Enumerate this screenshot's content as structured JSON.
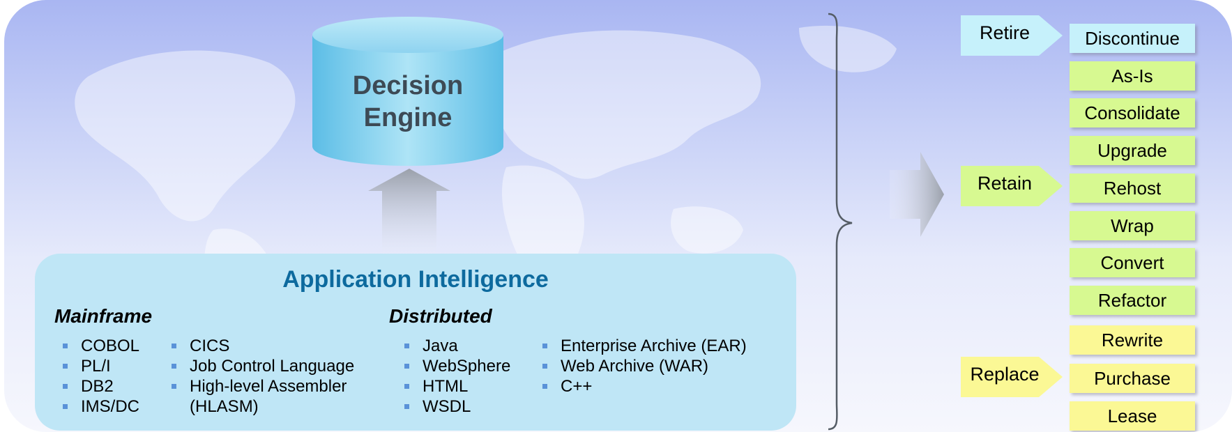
{
  "decision_engine": {
    "label": "Decision\nEngine",
    "line1": "Decision",
    "line2": "Engine"
  },
  "app_intel": {
    "title": "Application Intelligence",
    "mainframe": {
      "heading": "Mainframe",
      "col1": [
        "COBOL",
        "PL/I",
        "DB2",
        "IMS/DC"
      ],
      "col2": [
        "CICS",
        "Job Control Language",
        "High-level Assembler",
        "(HLASM)"
      ]
    },
    "distributed": {
      "heading": "Distributed",
      "col1": [
        "Java",
        "WebSphere",
        "HTML",
        "WSDL"
      ],
      "col2": [
        "Enterprise Archive (EAR)",
        "Web Archive (WAR)",
        "C++"
      ]
    }
  },
  "strategies": {
    "retire": "Retire",
    "retain": "Retain",
    "replace": "Replace"
  },
  "actions": [
    {
      "label": "Discontinue",
      "group": "retire"
    },
    {
      "label": "As-Is",
      "group": "retain"
    },
    {
      "label": "Consolidate",
      "group": "retain"
    },
    {
      "label": "Upgrade",
      "group": "retain"
    },
    {
      "label": "Rehost",
      "group": "retain"
    },
    {
      "label": "Wrap",
      "group": "retain"
    },
    {
      "label": "Convert",
      "group": "retain"
    },
    {
      "label": "Refactor",
      "group": "retain"
    },
    {
      "label": "Rewrite",
      "group": "replace"
    },
    {
      "label": "Purchase",
      "group": "replace"
    },
    {
      "label": "Lease",
      "group": "replace"
    }
  ],
  "colors": {
    "retire": "#c6f1fb",
    "retain": "#d7f991",
    "replace": "#fbf895",
    "title_blue": "#0d6a9e",
    "box_bg": "#bfe6f6"
  }
}
